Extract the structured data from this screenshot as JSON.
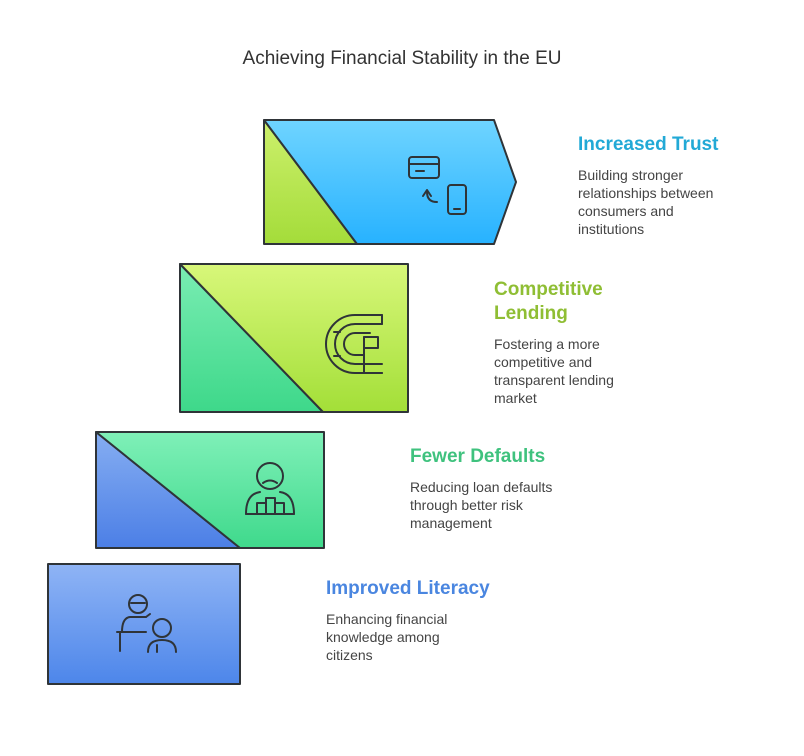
{
  "title": "Achieving Financial Stability in the EU",
  "steps": [
    {
      "heading": "Increased Trust",
      "description": "Building stronger relationships between consumers and institutions",
      "icon": "card-to-phone-icon",
      "color": "#22a9d6"
    },
    {
      "heading": "Competitive Lending",
      "description": "Fostering a more competitive and transparent lending market",
      "icon": "magnet-flag-icon",
      "color": "#8fbe34"
    },
    {
      "heading": "Fewer Defaults",
      "description": "Reducing loan defaults through better risk management",
      "icon": "person-blocks-icon",
      "color": "#3fc27e"
    },
    {
      "heading": "Improved Literacy",
      "description": "Enhancing financial knowledge among citizens",
      "icon": "teacher-student-icon",
      "color": "#4a86e0"
    }
  ]
}
